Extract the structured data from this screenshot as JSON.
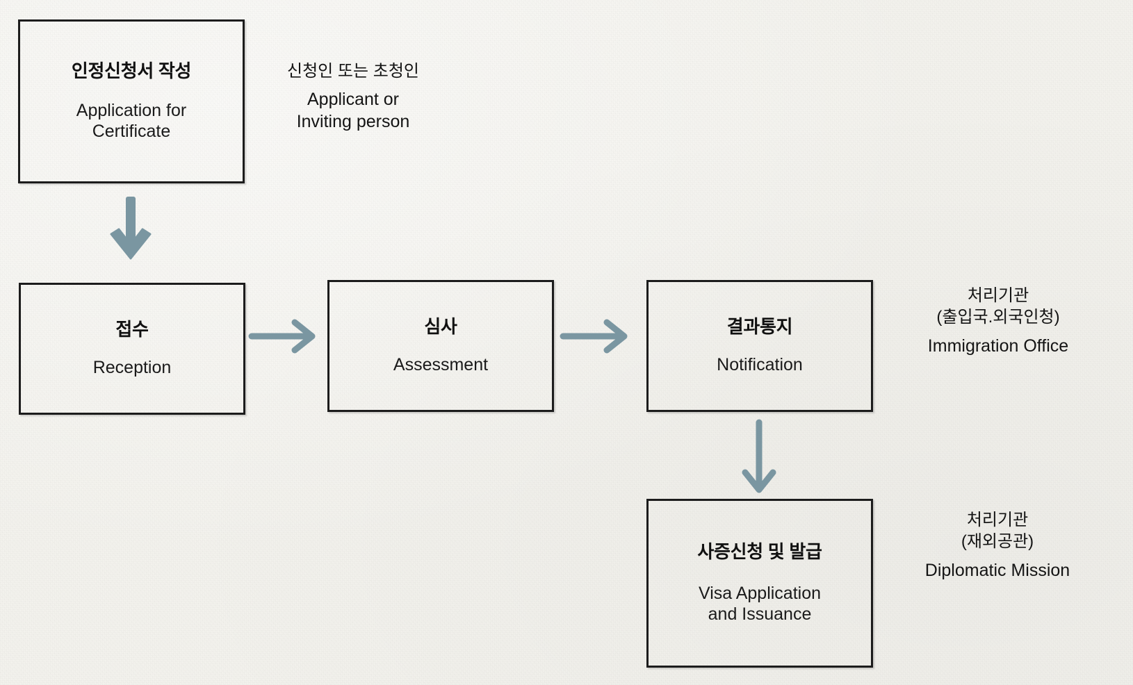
{
  "diagram": {
    "title": "Korea Visa Issuance Process Flowchart",
    "background_color": "#F2F1EC",
    "box_border_color": "#1C1C1C",
    "arrow_color": "#7A96A1",
    "text_color": "#141414"
  },
  "nodes": {
    "application": {
      "title_ko": "인정신청서 작성",
      "subtitle_en_line1": "Application for",
      "subtitle_en_line2": "Certificate"
    },
    "reception": {
      "title_ko": "접수",
      "subtitle_en": "Reception"
    },
    "assessment": {
      "title_ko": "심사",
      "subtitle_en": "Assessment"
    },
    "notification": {
      "title_ko": "결과통지",
      "subtitle_en": "Notification"
    },
    "visa": {
      "title_ko": "사증신청 및 발급",
      "subtitle_en_line1": "Visa Application",
      "subtitle_en_line2": "and Issuance"
    }
  },
  "labels": {
    "applicant": {
      "ko": "신청인 또는 초청인",
      "en_line1": "Applicant or",
      "en_line2": "Inviting person"
    },
    "immigration": {
      "ko_line1": "처리기관",
      "ko_line2": "(출입국.외국인청)",
      "en": "Immigration Office"
    },
    "diplomatic": {
      "ko_line1": "처리기관",
      "ko_line2": "(재외공관)",
      "en": "Diplomatic Mission"
    }
  },
  "arrows": [
    {
      "name": "application-to-reception",
      "direction": "down",
      "style": "block"
    },
    {
      "name": "reception-to-assessment",
      "direction": "right",
      "style": "line"
    },
    {
      "name": "assessment-to-notification",
      "direction": "right",
      "style": "line"
    },
    {
      "name": "notification-to-visa",
      "direction": "down",
      "style": "line"
    }
  ]
}
